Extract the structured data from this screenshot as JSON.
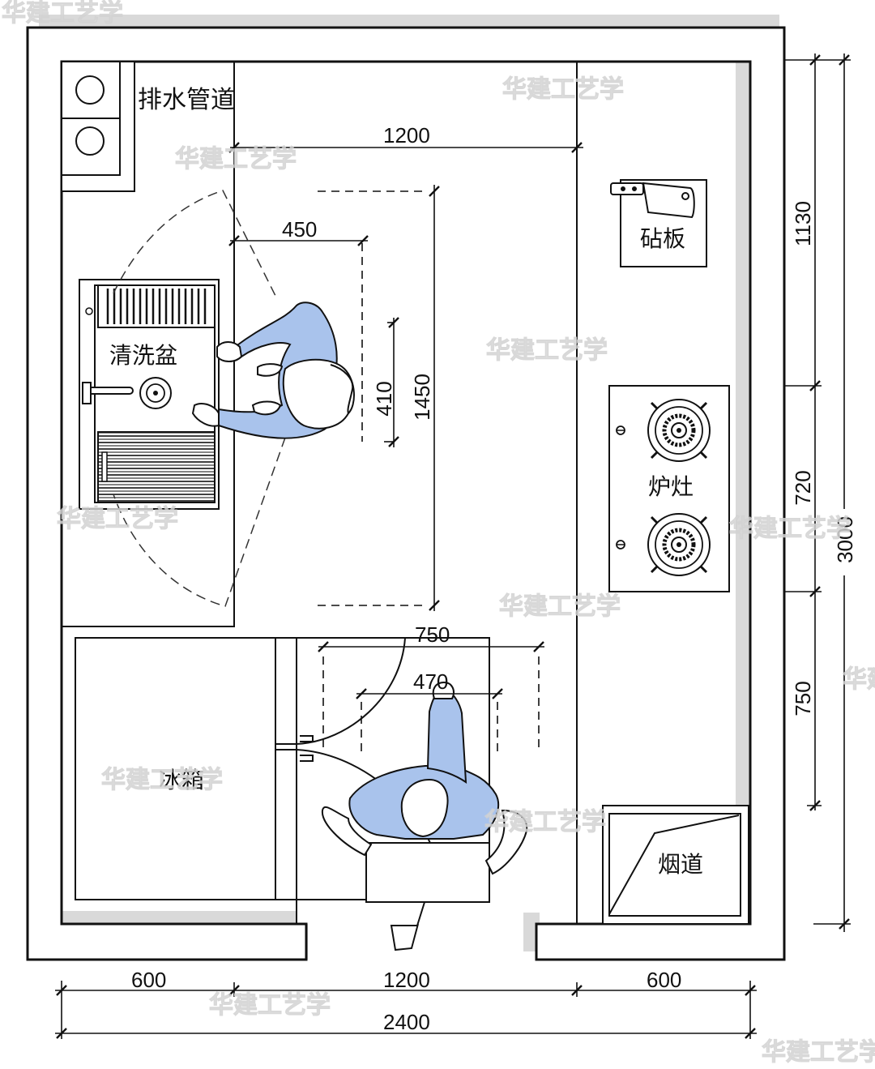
{
  "watermark": "华建工艺学",
  "labels": {
    "drain_pipe": "排水管道",
    "sink": "清洗盆",
    "cutting_board": "砧板",
    "stove": "炉灶",
    "fridge": "冰箱",
    "flue": "烟道"
  },
  "dimensions": {
    "top_1200": "1200",
    "reach_450": "450",
    "body_410": "410",
    "zone_1450": "1450",
    "door_750": "750",
    "shoulder_470": "470",
    "right_1130": "1130",
    "right_720": "720",
    "right_750": "750",
    "right_3000": "3000",
    "bottom_600_left": "600",
    "bottom_1200": "1200",
    "bottom_600_right": "600",
    "bottom_2400": "2400"
  },
  "colors": {
    "person_fill": "#a9c3ec",
    "line": "#111111",
    "shadow": "#d8d8d8",
    "watermark": "#e4e4e4"
  },
  "icons": [
    "cleaver-icon",
    "gas-burner-icon",
    "drain-icon",
    "faucet-icon"
  ]
}
